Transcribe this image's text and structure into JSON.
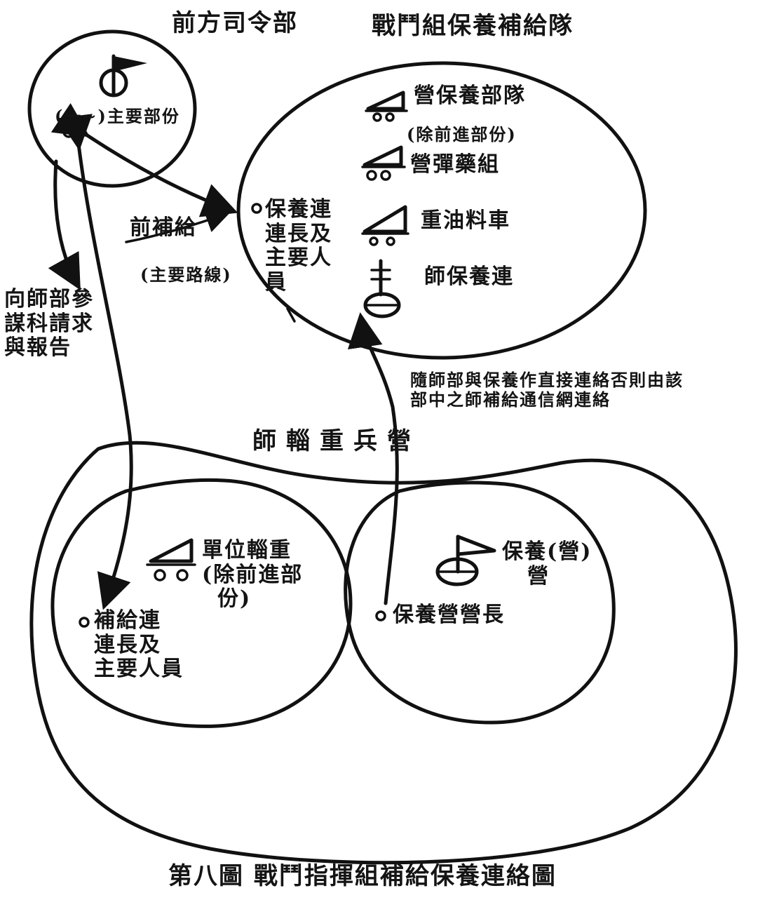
{
  "title": "第八圖 戰鬥指揮組補給保養連絡圖",
  "nodes": {
    "front_hq": {
      "name": "前方司令部",
      "member": "(一~)主要部份"
    },
    "combat_group": {
      "name": "戰鬥組保養補給隊",
      "items": [
        {
          "label": "營保養部隊",
          "sub": "(除前進部份)"
        },
        {
          "label": "營彈藥組"
        },
        {
          "label": "重油料車"
        },
        {
          "label": "師保養連"
        }
      ],
      "member": [
        "保養連",
        "連長及",
        "主要人",
        "員"
      ]
    },
    "division_train": {
      "name": "師輜重兵營",
      "unit_train": {
        "label": [
          "單位輜重",
          "(除前進部",
          "份)"
        ],
        "member": [
          "補給連",
          "連長及",
          "主要人員"
        ]
      },
      "maint_bn": {
        "label": [
          "保養(營)",
          "營"
        ],
        "member": "保養營營長"
      }
    }
  },
  "edges": [
    {
      "from": "front_hq",
      "to": "combat_group",
      "label": "前補給",
      "sub": "(主要路線)"
    },
    {
      "from": "front_hq",
      "to": "division_staff",
      "label": [
        "向師部參",
        "謀科請求",
        "與報告"
      ]
    },
    {
      "from": "front_hq",
      "to": "unit_train"
    },
    {
      "from": "maint_bn",
      "to": "combat_group",
      "label": [
        "隨師部與保養作直接連絡否則由該",
        "部中之師補給通信網連絡"
      ]
    }
  ]
}
